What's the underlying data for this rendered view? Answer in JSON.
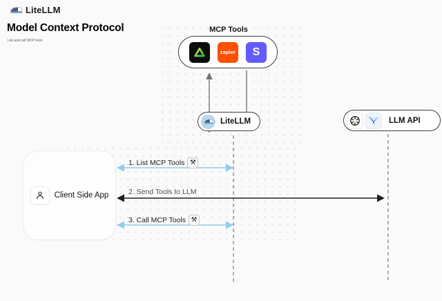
{
  "header": {
    "brand": "LiteLLM",
    "title": "Model Context Protocol",
    "subtitle": "List and call MCP tools"
  },
  "mcp": {
    "label": "MCP Tools",
    "tools": [
      {
        "name": "green-triangle-tool"
      },
      {
        "name": "zapier",
        "label": "zapier"
      },
      {
        "name": "stripe",
        "label": "S"
      }
    ]
  },
  "nodes": {
    "litellm": {
      "label": "LiteLLM",
      "icon": "litellm-train-logo"
    },
    "llm_api": {
      "label": "LLM API",
      "icons": [
        "openai-logo",
        "blue-pixel-llm-logo"
      ]
    },
    "client": {
      "label": "Client Side App",
      "icon": "person-icon"
    }
  },
  "sequence": {
    "step1": {
      "label": "1. List MCP Tools",
      "icon": "⚒",
      "icon_name": "tools-icon"
    },
    "step2": {
      "label": "2. Send Tools to LLM"
    },
    "step3": {
      "label": "3. Call MCP Tools",
      "icon": "⚒",
      "icon_name": "tools-icon"
    }
  },
  "colors": {
    "background": "#fafafa",
    "node_border": "#3f3f3f",
    "blue_arrow": "#8fcdeb",
    "black_arrow": "#1f1f1f",
    "gray_arrow": "#757575",
    "dashed_line": "#8c8c8c",
    "zapier_orange": "#ff4f00",
    "stripe_purple": "#635bff",
    "litellm_circle_blue": "#b5d9ee"
  }
}
